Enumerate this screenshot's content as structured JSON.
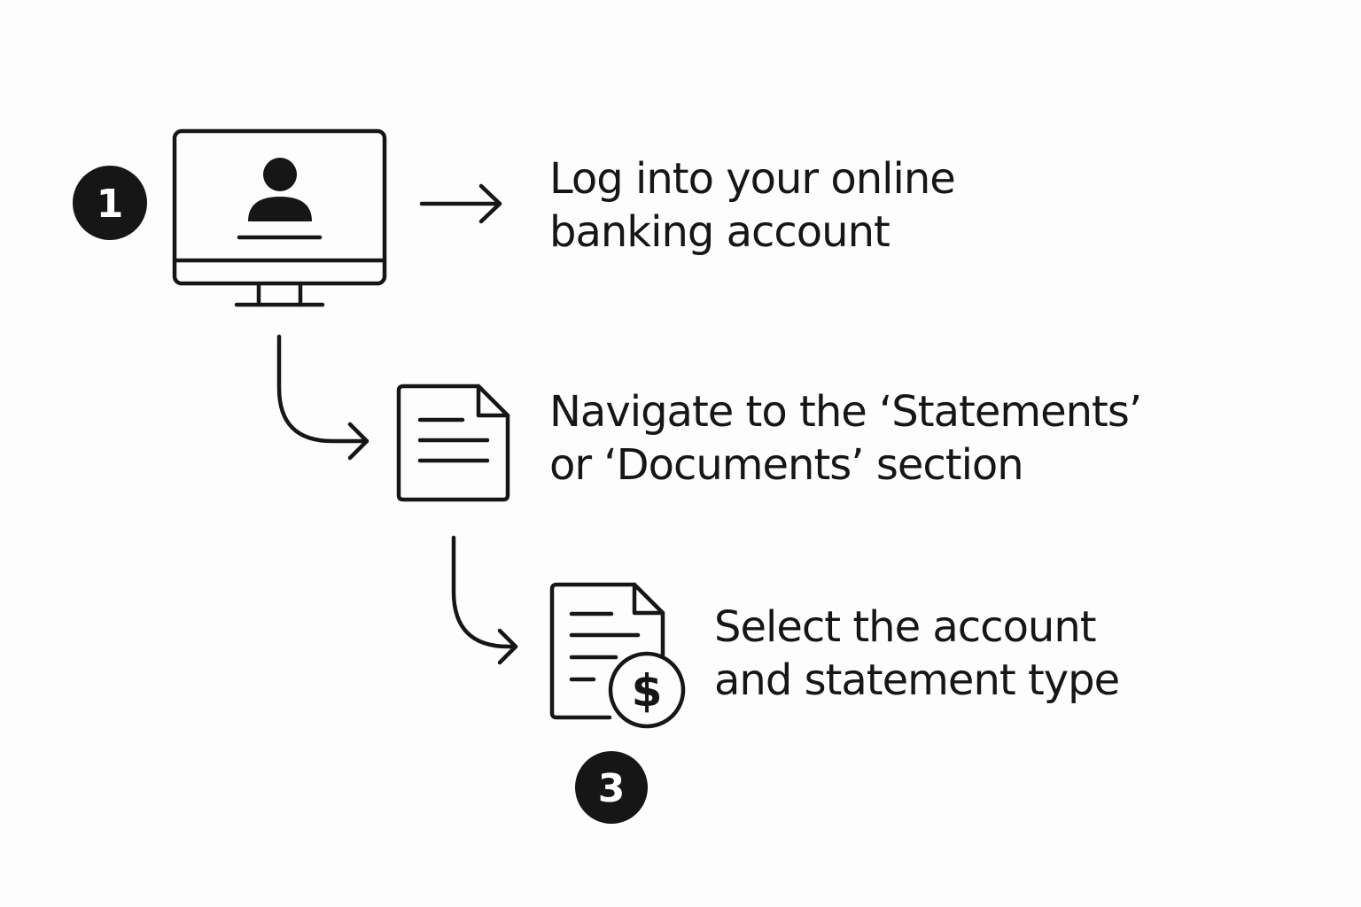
{
  "steps": [
    {
      "badge": "1",
      "icon": "monitor-user-icon",
      "lines": [
        "Log into your online",
        "banking account"
      ]
    },
    {
      "icon": "document-icon",
      "lines": [
        "Navigate to the ‘Statements’",
        "or ‘Documents’ section"
      ]
    },
    {
      "badge": "3",
      "icon": "document-dollar-icon",
      "lines": [
        "Select the account",
        "and statement type"
      ]
    }
  ],
  "colors": {
    "ink": "#161616",
    "background": "#fdfdfd",
    "badge_text": "#ffffff"
  }
}
